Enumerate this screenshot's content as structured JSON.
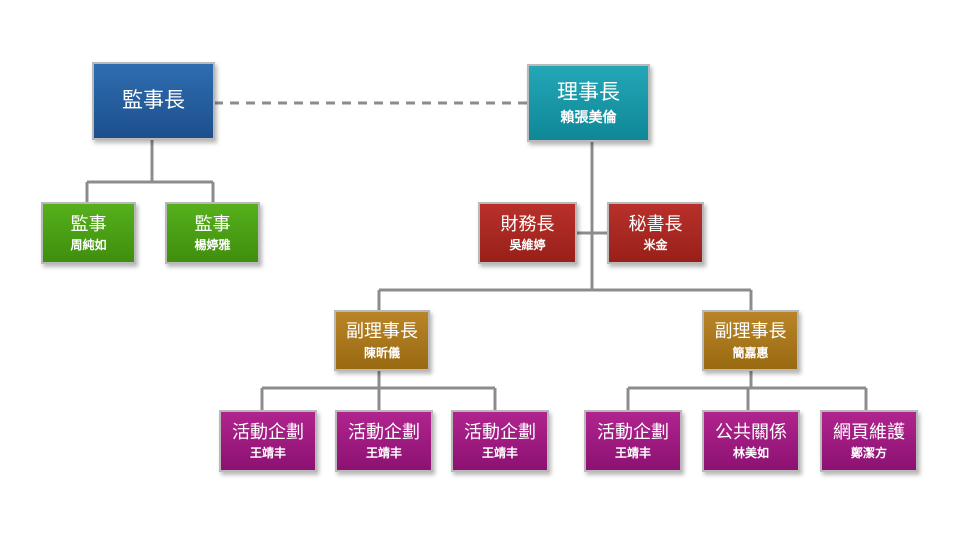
{
  "chairman": {
    "role": "理事長",
    "name": "賴張美倫"
  },
  "supervisor_head": {
    "role": "監事長"
  },
  "supervisors": [
    {
      "role": "監事",
      "name": "周純如"
    },
    {
      "role": "監事",
      "name": "楊婷雅"
    }
  ],
  "treasurer": {
    "role": "財務長",
    "name": "吳維婷"
  },
  "secretary": {
    "role": "秘書長",
    "name": "米金"
  },
  "vice_chairs": [
    {
      "role": "副理事長",
      "name": "陳昕儀"
    },
    {
      "role": "副理事長",
      "name": "簡嘉惠"
    }
  ],
  "left_staff": [
    {
      "role": "活動企劃",
      "name": "王靖丰"
    },
    {
      "role": "活動企劃",
      "name": "王靖丰"
    },
    {
      "role": "活動企劃",
      "name": "王靖丰"
    }
  ],
  "right_staff": [
    {
      "role": "活動企劃",
      "name": "王靖丰"
    },
    {
      "role": "公共關係",
      "name": "林美如"
    },
    {
      "role": "網頁維護",
      "name": "鄭潔方"
    }
  ],
  "colors": {
    "supervisor_head": "#1f5595",
    "chairman": "#1496a6",
    "supervisors": "#4a9f12",
    "finance_secretary": "#a3231d",
    "vice_chairs": "#a77318",
    "staff": "#9a187e",
    "connector": "#8c8c8c"
  }
}
